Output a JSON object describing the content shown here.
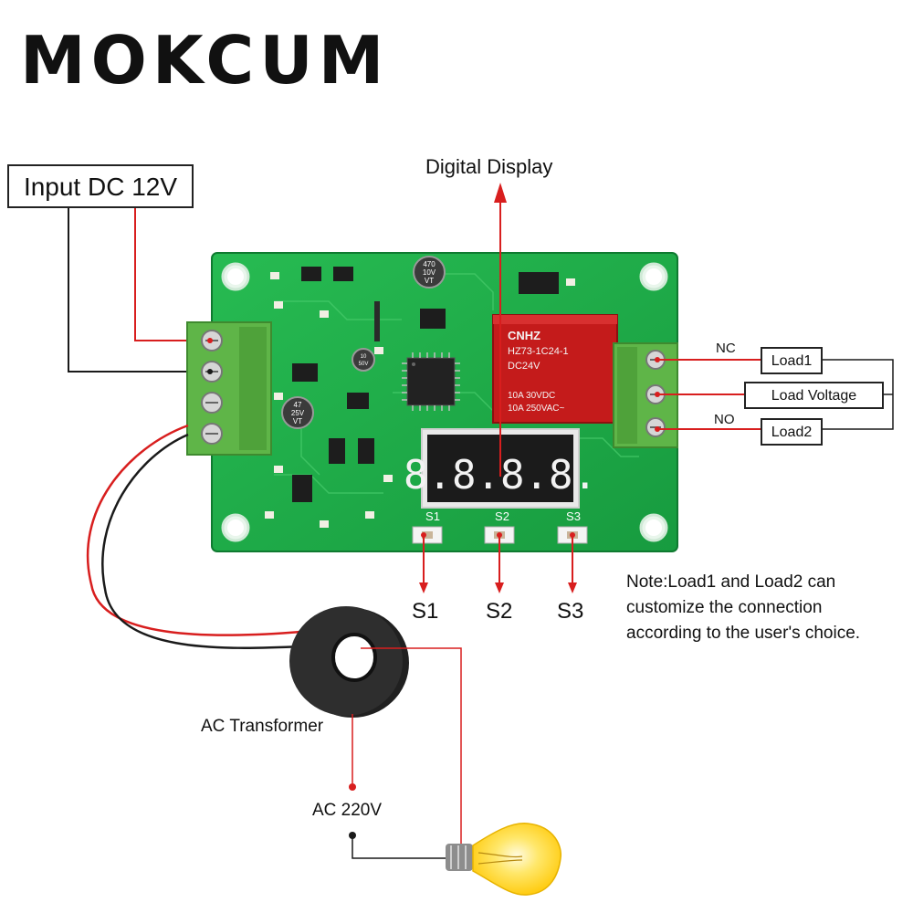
{
  "brand": "MOKCUM",
  "labels": {
    "input": "Input DC 12V",
    "digital_display": "Digital Display",
    "nc": "NC",
    "no": "NO",
    "load1": "Load1",
    "load_voltage": "Load Voltage",
    "load2": "Load2",
    "s1": "S1",
    "s2": "S2",
    "s3": "S3",
    "ac_transformer": "AC Transformer",
    "ac_220v": "AC 220V"
  },
  "note": {
    "line1": "Note:Load1 and Load2 can",
    "line2": "customize the connection",
    "line3": "according to the user's choice."
  },
  "board": {
    "display_digits": "8.8.8.8.",
    "relay_lines": [
      "CNHZ",
      "HZ73-1C24-1",
      "DC24V",
      "10A 30VDC",
      "10A 250VAC~"
    ],
    "button_silk": [
      "S1",
      "S2",
      "S3"
    ],
    "cap_small": [
      "470",
      "10V",
      "VT"
    ],
    "cap_mid": [
      "10",
      "50V"
    ],
    "cap_big": [
      "47",
      "25V",
      "VT"
    ]
  },
  "colors": {
    "pcb": "#1fae4a",
    "terminal": "#5fb548",
    "wire_red": "#d81e1e",
    "wire_black": "#1a1a1a",
    "display_digit": "#f2f2f2",
    "relay_body": "#c41b1b",
    "bulb": "#ffd21a"
  }
}
